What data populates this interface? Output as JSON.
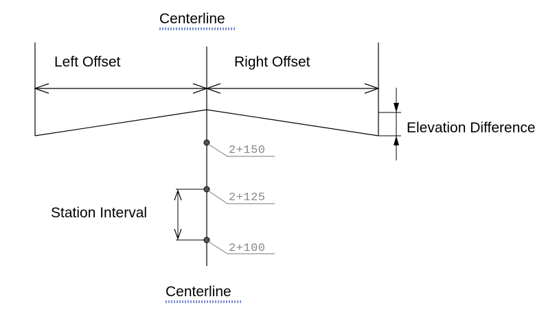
{
  "labels": {
    "centerline_top": "Centerline",
    "left_offset": "Left Offset",
    "right_offset": "Right Offset",
    "elevation_difference": "Elevation Difference",
    "station_interval": "Station Interval",
    "centerline_bottom": "Centerline"
  },
  "stations": [
    {
      "label": "2+150"
    },
    {
      "label": "2+125"
    },
    {
      "label": "2+100"
    }
  ],
  "colors": {
    "line": "#000000",
    "station_text": "#8a8a8a",
    "spell_underline": "#7a8fd1"
  }
}
